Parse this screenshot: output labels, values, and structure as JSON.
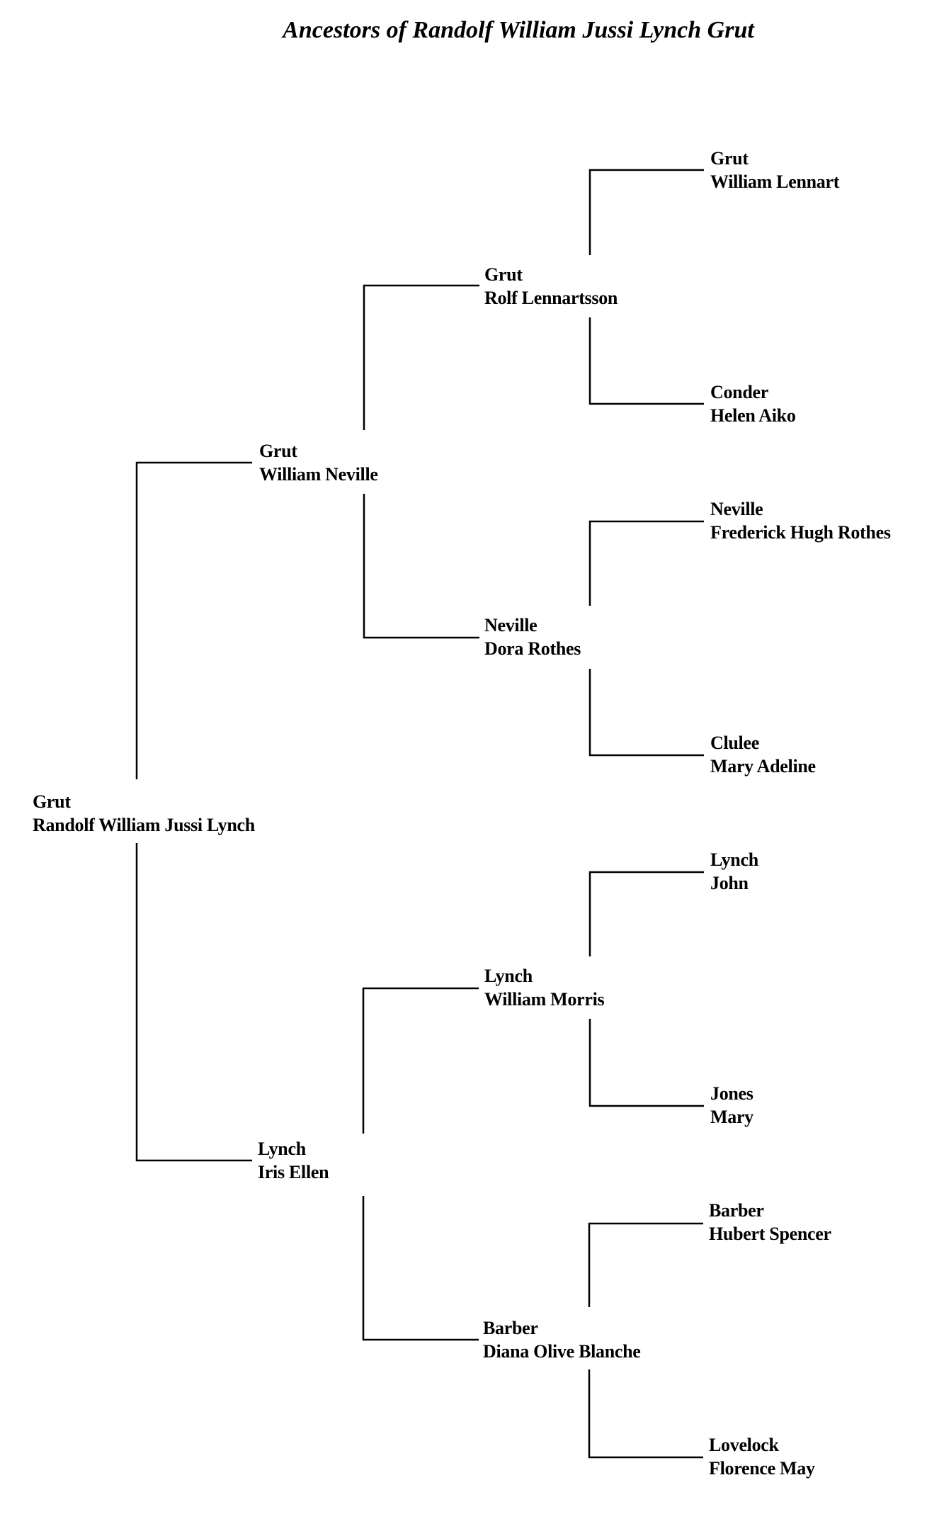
{
  "title": "Ancestors of Randolf William Jussi Lynch Grut",
  "people": {
    "p1": {
      "surname": "Grut",
      "given": "Randolf William Jussi Lynch"
    },
    "p2": {
      "surname": "Grut",
      "given": "William Neville"
    },
    "p3": {
      "surname": "Lynch",
      "given": "Iris Ellen"
    },
    "p4": {
      "surname": "Grut",
      "given": "Rolf Lennartsson"
    },
    "p5": {
      "surname": "Neville",
      "given": "Dora Rothes"
    },
    "p6": {
      "surname": "Lynch",
      "given": "William Morris"
    },
    "p7": {
      "surname": "Barber",
      "given": "Diana Olive Blanche"
    },
    "p8": {
      "surname": "Grut",
      "given": "William Lennart"
    },
    "p9": {
      "surname": "Conder",
      "given": "Helen Aiko"
    },
    "p10": {
      "surname": "Neville",
      "given": "Frederick Hugh Rothes"
    },
    "p11": {
      "surname": "Clulee",
      "given": "Mary Adeline"
    },
    "p12": {
      "surname": "Lynch",
      "given": "John"
    },
    "p13": {
      "surname": "Jones",
      "given": "Mary"
    },
    "p14": {
      "surname": "Barber",
      "given": "Hubert Spencer"
    },
    "p15": {
      "surname": "Lovelock",
      "given": "Florence May"
    }
  }
}
